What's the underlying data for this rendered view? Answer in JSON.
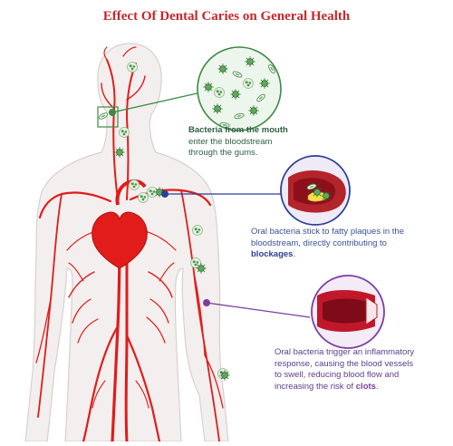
{
  "title": "Effect Of Dental Caries on General Health",
  "colors": {
    "title": "#c62828",
    "vessel": "#e21b1b",
    "body_fill": "#f3efee",
    "body_stroke": "#d8d0cf",
    "bacteria_green": "#3f8a44",
    "blue_accent": "#2b3f99",
    "purple_accent": "#7a3fa0",
    "clot_red": "#c0182a"
  },
  "callouts": [
    {
      "id": "bacteria",
      "bold_text": "Bacteria from the mouth",
      "text": "enter the bloodstream through the gums.",
      "marker_color": "#3f8a44",
      "icon": "bacteria-cluster-icon"
    },
    {
      "id": "plaque",
      "text_before": "Oral bacteria stick to fatty plaques in the bloodstream, directly contributing to",
      "bold_text": "blockages",
      "text_after": ".",
      "marker_color": "#2b3f99",
      "icon": "artery-plaque-icon"
    },
    {
      "id": "clot",
      "text_before": "Oral bacteria trigger an inflammatory response, causing the blood vessels to swell, reducing blood flow and increasing the risk of",
      "bold_text": "clots",
      "text_after": ".",
      "marker_color": "#7a3fa0",
      "icon": "swollen-vessel-icon"
    }
  ]
}
